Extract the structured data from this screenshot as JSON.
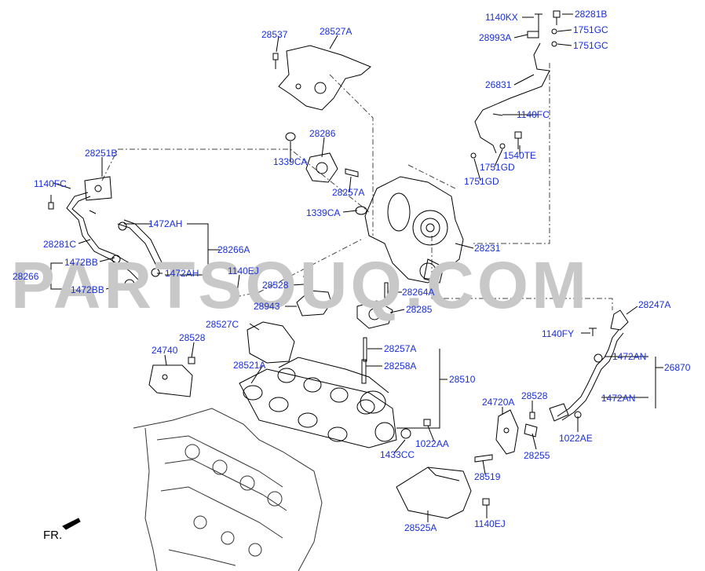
{
  "watermark": "PARTSOUQ.COM",
  "front_marker": "FR.",
  "part_labels": {
    "p1140KX": "1140KX",
    "p28281B": "28281B",
    "p1751GC_a": "1751GC",
    "p28993A": "28993A",
    "p1751GC_b": "1751GC",
    "p28537": "28537",
    "p28527A": "28527A",
    "p26831": "26831",
    "p1140FC_a": "1140FC",
    "p28286": "28286",
    "p1540TE": "1540TE",
    "p1751GD_a": "1751GD",
    "p1751GD_b": "1751GD",
    "p1339CA_a": "1339CA",
    "p28251B": "28251B",
    "p1140FC_b": "1140FC",
    "p28257A_a": "28257A",
    "p1339CA_b": "1339CA",
    "p1472AH_a": "1472AH",
    "p28281C": "28281C",
    "p28266A": "28266A",
    "p28231": "28231",
    "p1472BB_a": "1472BB",
    "p28266": "28266",
    "p1472AH_b": "1472AH",
    "p1140EJ_a": "1140EJ",
    "p1472BB_b": "1472BB",
    "p28528_a": "28528",
    "p28264A": "28264A",
    "p28943": "28943",
    "p28285": "28285",
    "p28247A": "28247A",
    "p28527C": "28527C",
    "p1140FY": "1140FY",
    "p28528_b": "28528",
    "p24740": "24740",
    "p28257A_b": "28257A",
    "p1472AN_a": "1472AN",
    "p26870": "26870",
    "p28521A": "28521A",
    "p28258A": "28258A",
    "p28510": "28510",
    "p28528_c": "28528",
    "p24720A": "24720A",
    "p1472AN_b": "1472AN",
    "p1022AE": "1022AE",
    "p1022AA": "1022AA",
    "p1433CC": "1433CC",
    "p28255": "28255",
    "p28519": "28519",
    "p28525A": "28525A",
    "p1140EJ_b": "1140EJ"
  },
  "colors": {
    "label_blue": "#1a2fd6",
    "line": "#000000",
    "watermark_grey": "#c8c8c8"
  }
}
